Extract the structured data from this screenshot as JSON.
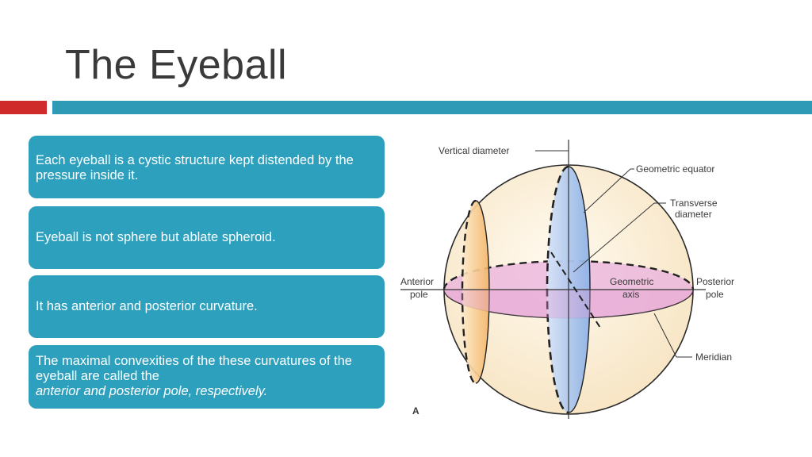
{
  "slide": {
    "title": "The Eyeball",
    "points": [
      {
        "text": "Each eyeball is a cystic structure kept distended by the pressure inside it."
      },
      {
        "text": "Eyeball is  not sphere but ablate spheroid."
      },
      {
        "text": "It  has anterior and posterior curvature."
      },
      {
        "text_prefix": "The maximal convexities of the these curvatures of the eyeball are called the ",
        "text_italic": "anterior and posterior pole, respectively."
      }
    ]
  },
  "diagram": {
    "labels": {
      "vertical_diameter": "Vertical diameter",
      "geometric_equator": "Geometric equator",
      "transverse_line1": "Transverse",
      "transverse_line2": "diameter",
      "anterior_line1": "Anterior",
      "anterior_line2": "pole",
      "geometric_line1": "Geometric",
      "geometric_line2": "axis",
      "posterior_line1": "Posterior",
      "posterior_line2": "pole",
      "meridian": "Meridian",
      "panel_letter": "A"
    },
    "colors": {
      "sphere_fill": "#fbf0dc",
      "sphere_stroke": "#2a2a2a",
      "equator_blue": "#a9c4ec",
      "anterior_orange": "#f6c07a",
      "horizontal_pink": "#e7a3d6",
      "accent_teal": "#2f9ab6",
      "accent_red": "#cf2b2b"
    }
  }
}
